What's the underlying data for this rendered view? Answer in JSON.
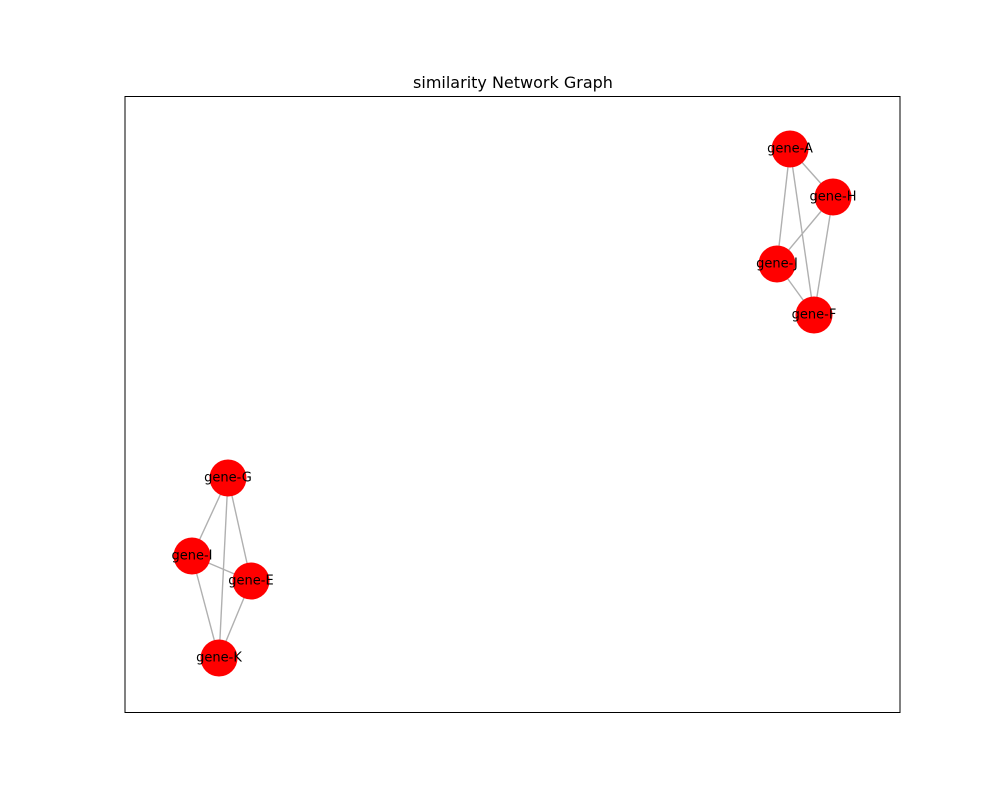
{
  "title": "similarity Network Graph",
  "colors": {
    "node": "#ff0000",
    "edge": "#b0b0b0",
    "frame": "#000000",
    "background": "#ffffff"
  },
  "graph": {
    "nodes": [
      {
        "id": "gene-A",
        "label": "gene-A"
      },
      {
        "id": "gene-H",
        "label": "gene-H"
      },
      {
        "id": "gene-J",
        "label": "gene-J"
      },
      {
        "id": "gene-F",
        "label": "gene-F"
      },
      {
        "id": "gene-G",
        "label": "gene-G"
      },
      {
        "id": "gene-I",
        "label": "gene-I"
      },
      {
        "id": "gene-E",
        "label": "gene-E"
      },
      {
        "id": "gene-K",
        "label": "gene-K"
      }
    ],
    "edges": [
      {
        "source": "gene-A",
        "target": "gene-H"
      },
      {
        "source": "gene-A",
        "target": "gene-J"
      },
      {
        "source": "gene-A",
        "target": "gene-F"
      },
      {
        "source": "gene-H",
        "target": "gene-J"
      },
      {
        "source": "gene-H",
        "target": "gene-F"
      },
      {
        "source": "gene-J",
        "target": "gene-F"
      },
      {
        "source": "gene-G",
        "target": "gene-I"
      },
      {
        "source": "gene-G",
        "target": "gene-E"
      },
      {
        "source": "gene-G",
        "target": "gene-K"
      },
      {
        "source": "gene-I",
        "target": "gene-E"
      },
      {
        "source": "gene-I",
        "target": "gene-K"
      },
      {
        "source": "gene-E",
        "target": "gene-K"
      }
    ]
  }
}
